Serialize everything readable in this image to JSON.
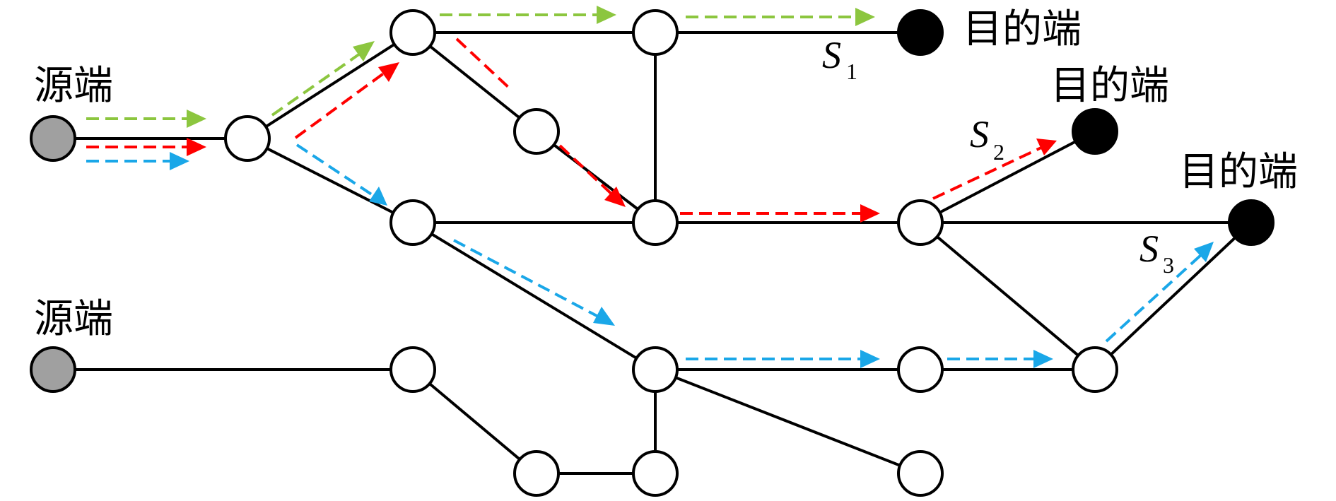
{
  "labels": {
    "source": "源端",
    "destination": "目的端",
    "s_letter": "S",
    "s1_sub": "1",
    "s2_sub": "2",
    "s3_sub": "3"
  },
  "colors": {
    "green": "#8cc63f",
    "red": "#ff0000",
    "blue": "#1aa7e8",
    "source_fill": "#a0a0a0",
    "dest_fill": "#000000",
    "node_fill": "#ffffff",
    "edge": "#000000"
  }
}
